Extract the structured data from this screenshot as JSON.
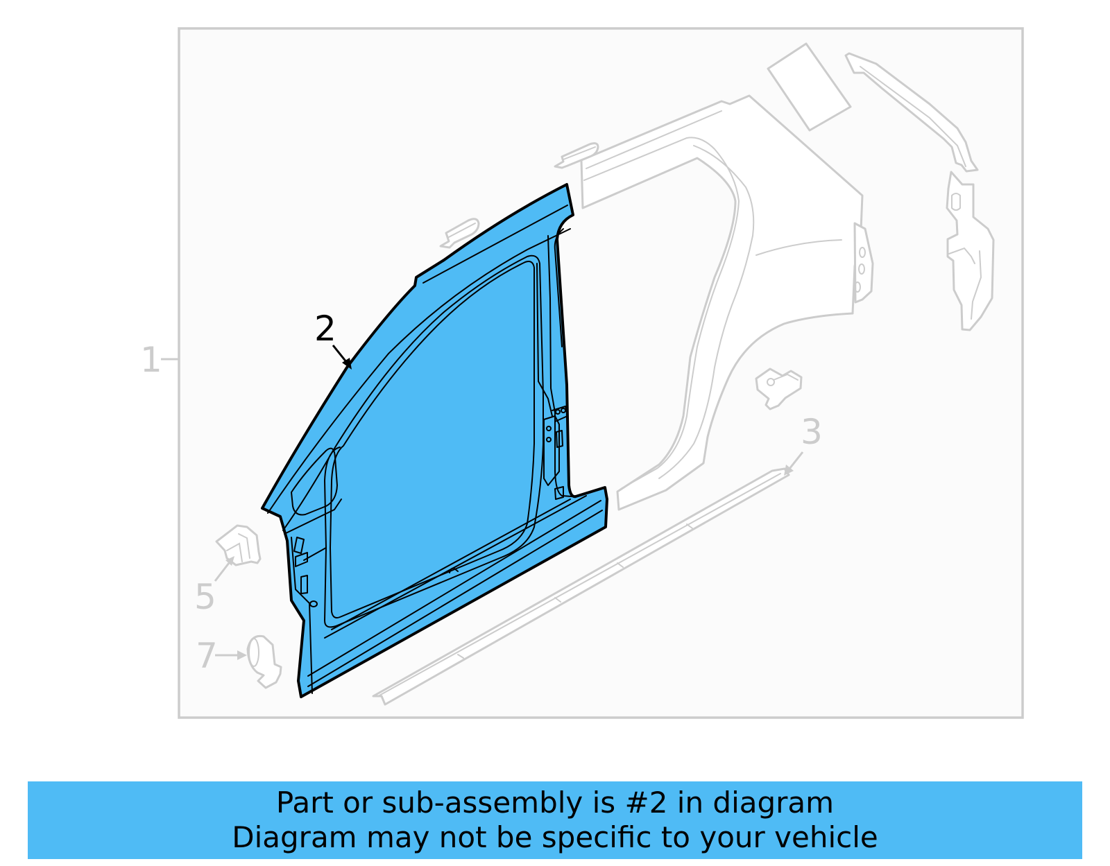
{
  "diagram": {
    "type": "exploded-parts-diagram",
    "subject": "Vehicle body side panel assembly",
    "highlight_color": "#4fbbf5",
    "ghost_color": "#cccccc",
    "callouts": [
      {
        "number": "1",
        "target": "entire side panel assembly (bracket)",
        "highlighted": false
      },
      {
        "number": "2",
        "target": "front side panel / A-B pillar frame",
        "highlighted": true
      },
      {
        "number": "3",
        "target": "rocker reinforcement",
        "highlighted": false
      },
      {
        "number": "5",
        "target": "front bracket",
        "highlighted": false
      },
      {
        "number": "7",
        "target": "mount bracket",
        "highlighted": false
      }
    ]
  },
  "labels": {
    "one": "1",
    "two": "2",
    "three": "3",
    "five": "5",
    "seven": "7"
  },
  "banner": {
    "line1": "Part or sub-assembly is #2 in diagram",
    "line2": "Diagram may not be specific to your vehicle",
    "background": "#4fbbf5"
  }
}
